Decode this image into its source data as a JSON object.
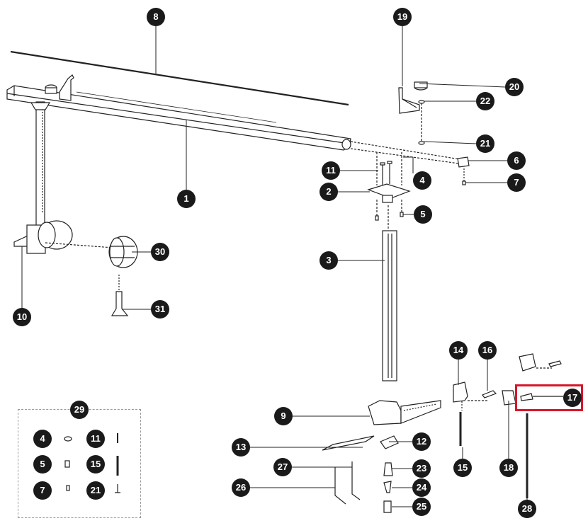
{
  "diagram": {
    "callouts": [
      {
        "id": "c8",
        "label": "8"
      },
      {
        "id": "c19",
        "label": "19"
      },
      {
        "id": "c20",
        "label": "20"
      },
      {
        "id": "c22",
        "label": "22"
      },
      {
        "id": "c21",
        "label": "21"
      },
      {
        "id": "c6",
        "label": "6"
      },
      {
        "id": "c7",
        "label": "7"
      },
      {
        "id": "c11",
        "label": "11"
      },
      {
        "id": "c4",
        "label": "4"
      },
      {
        "id": "c2",
        "label": "2"
      },
      {
        "id": "c5",
        "label": "5"
      },
      {
        "id": "c1",
        "label": "1"
      },
      {
        "id": "c30",
        "label": "30"
      },
      {
        "id": "c3",
        "label": "3"
      },
      {
        "id": "c10",
        "label": "10"
      },
      {
        "id": "c31",
        "label": "31"
      },
      {
        "id": "c14",
        "label": "14"
      },
      {
        "id": "c16",
        "label": "16"
      },
      {
        "id": "c17",
        "label": "17"
      },
      {
        "id": "c9",
        "label": "9"
      },
      {
        "id": "c12",
        "label": "12"
      },
      {
        "id": "c13",
        "label": "13"
      },
      {
        "id": "c15",
        "label": "15"
      },
      {
        "id": "c18",
        "label": "18"
      },
      {
        "id": "c27",
        "label": "27"
      },
      {
        "id": "c23",
        "label": "23"
      },
      {
        "id": "c24",
        "label": "24"
      },
      {
        "id": "c26",
        "label": "26"
      },
      {
        "id": "c25",
        "label": "25"
      },
      {
        "id": "c28",
        "label": "28"
      }
    ],
    "hardware_kit": {
      "title": "29",
      "items": [
        {
          "id": "k4",
          "label": "4"
        },
        {
          "id": "k11",
          "label": "11"
        },
        {
          "id": "k5",
          "label": "5"
        },
        {
          "id": "k15",
          "label": "15"
        },
        {
          "id": "k7",
          "label": "7"
        },
        {
          "id": "k21",
          "label": "21"
        }
      ]
    },
    "highlighted_part": "17",
    "colors": {
      "callout": "#1a1a1a",
      "line": "#222222",
      "highlight": "#d6172a",
      "kit_border": "#9a9a9a"
    }
  }
}
